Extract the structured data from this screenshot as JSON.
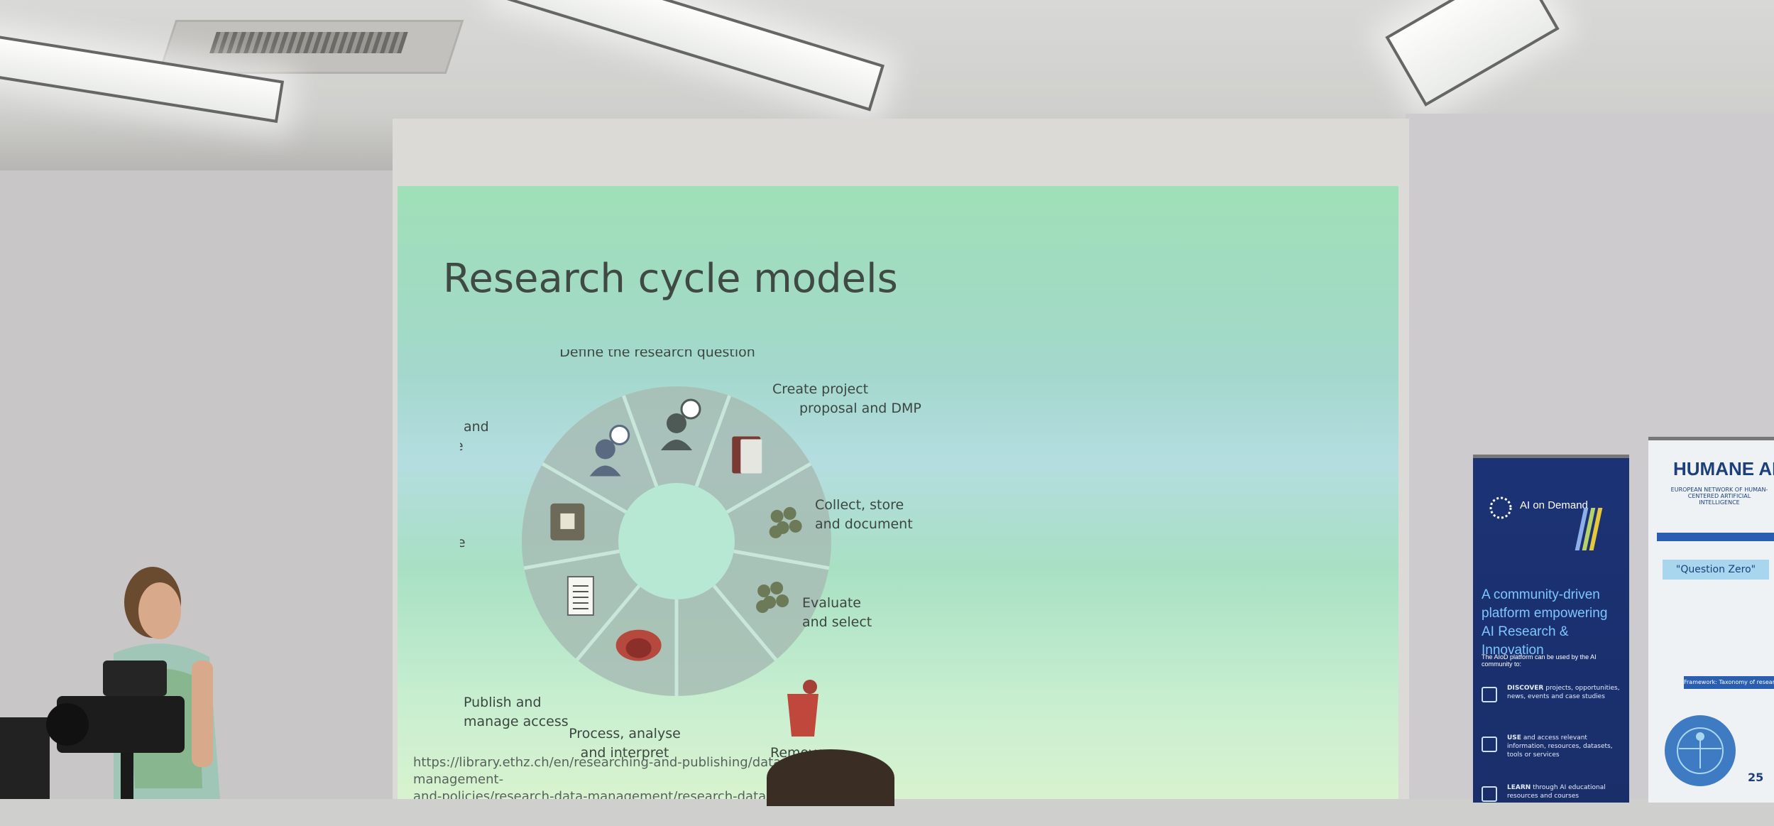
{
  "slide": {
    "title": "Research cycle models",
    "stages": [
      {
        "label_lines": [
          "Define the research question"
        ],
        "icon": "person-question-icon"
      },
      {
        "label_lines": [
          "Create project",
          "proposal and DMP"
        ],
        "icon": "notebook-icon"
      },
      {
        "label_lines": [
          "Collect, store",
          "and document"
        ],
        "icon": "data-balls-add-icon"
      },
      {
        "label_lines": [
          "Evaluate",
          "and select"
        ],
        "icon": "balls-funnel-icon"
      },
      {
        "label_lines": [
          "Remove"
        ],
        "icon": "trash-bin-icon"
      },
      {
        "label_lines": [
          "Process, analyse",
          "and interpret"
        ],
        "icon": "brain-icon"
      },
      {
        "label_lines": [
          "Publish and",
          "manage access"
        ],
        "icon": "document-icon"
      },
      {
        "label_lines": [
          "Preserve"
        ],
        "icon": "safe-icon"
      },
      {
        "label_lines": [
          "Verify and",
          "re-use"
        ],
        "icon": "person-check-icon"
      }
    ],
    "url_lines": [
      "https://library.ethz.ch/en/researching-and-publishing/data-management-",
      "and-policies/research-data-management/research-data-life-cycle.h"
    ]
  },
  "banner_left": {
    "logo_line1": "AI on Demand",
    "headline_lines": [
      "A community-driven",
      "platform empowering",
      "AI Research & Innovation"
    ],
    "intro": "The AIoD platform can be used by the AI community to:",
    "items": [
      {
        "strong": "DISCOVER",
        "text": "projects, opportunities, news, events and case studies",
        "icon": "monitor-icon"
      },
      {
        "strong": "USE",
        "text": "and access relevant information, resources, datasets, tools or services",
        "icon": "network-icon"
      },
      {
        "strong": "LEARN",
        "text": "through AI educational resources and courses",
        "icon": "bulb-icon"
      }
    ]
  },
  "banner_right": {
    "title": "HUMANE AI",
    "subtitle": "EUROPEAN NETWORK OF HUMAN-CENTERED ARTIFICIAL INTELLIGENCE",
    "question": "\"Question Zero\"",
    "framework": "Framework: Taxonomy of research ...",
    "count": "25"
  },
  "colors": {
    "slide_top": "#9fe0b7",
    "slide_mid": "#b4dde0",
    "wheel": "#a7bcb4",
    "banner_blue": "#1b3275"
  }
}
